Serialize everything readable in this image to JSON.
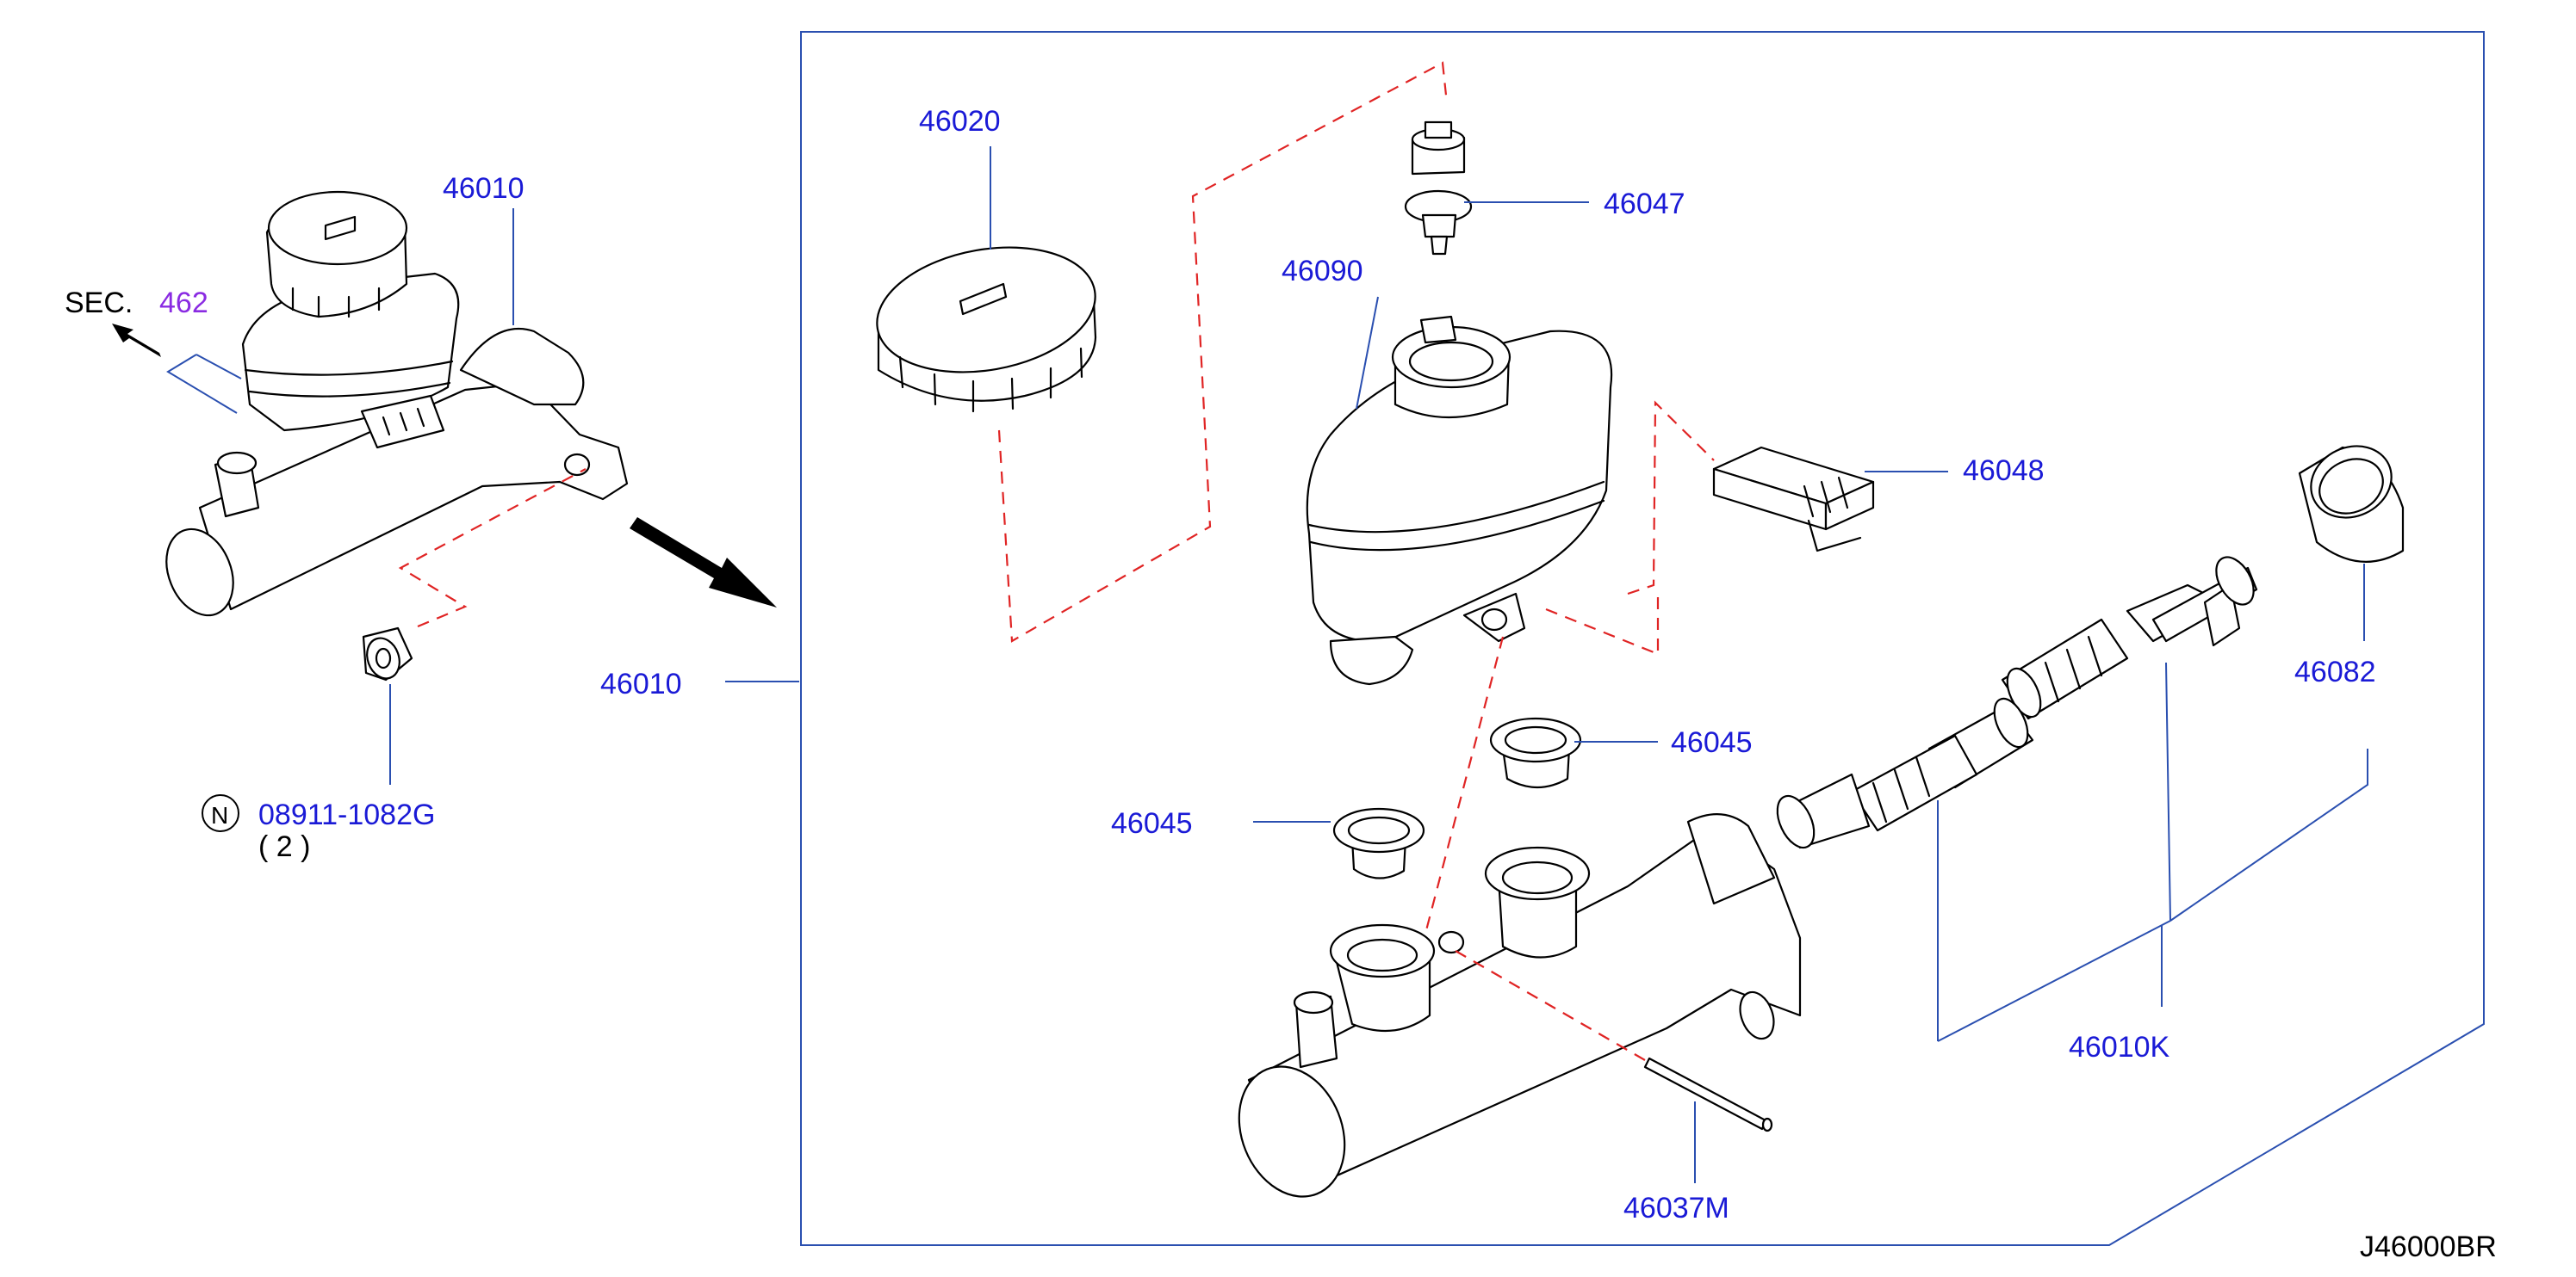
{
  "colors": {
    "part_number": "#1a1ad6",
    "section_ref": "#8a2be2",
    "leader_line": "#2a4fb0",
    "dashed_guide": "#e02424",
    "outline": "#000000"
  },
  "labels": {
    "p46010_top": "46010",
    "sec_text": "SEC.",
    "sec_number": "462",
    "p46010_left": "46010",
    "n_symbol": "N",
    "p08911": "08911-1082G",
    "qty": "( 2 )",
    "p46020": "46020",
    "p46047": "46047",
    "p46090": "46090",
    "p46048": "46048",
    "p46082": "46082",
    "p46045_right": "46045",
    "p46045_left": "46045",
    "p46010k": "46010K",
    "p46037m": "46037M",
    "diagram_code": "J46000BR"
  }
}
